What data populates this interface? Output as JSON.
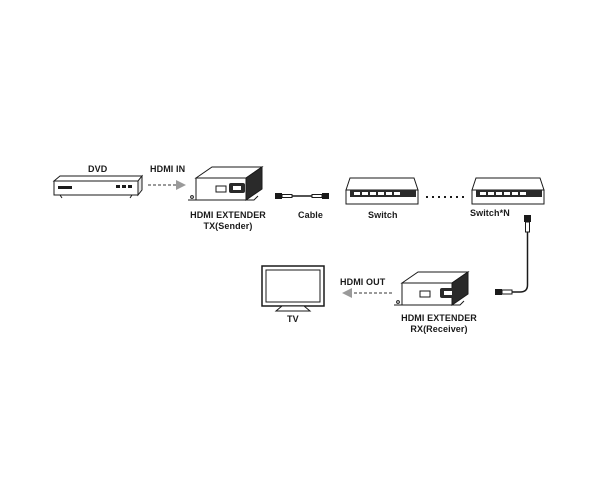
{
  "devices": {
    "dvd": "DVD",
    "tx": {
      "line1": "HDMI EXTENDER",
      "line2": "TX(Sender)"
    },
    "switch": "Switch",
    "switch_n": "Switch*N",
    "rx": {
      "line1": "HDMI EXTENDER",
      "line2": "RX(Receiver)"
    },
    "tv": "TV"
  },
  "connections": {
    "hdmi_in": "HDMI IN",
    "cable": "Cable",
    "hdmi_out": "HDMI OUT"
  },
  "colors": {
    "line": "#1a1a1a",
    "arrow": "#9a9a9a",
    "device_fill": "#ffffff",
    "device_dark": "#2a2a2a"
  }
}
